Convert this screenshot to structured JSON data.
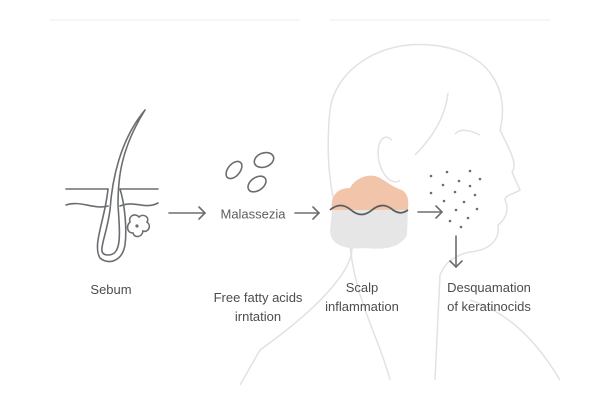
{
  "labels": {
    "malassezia": "Malassezia",
    "sebum": "Sebum",
    "free_fatty_acids": [
      "Free fatty acids",
      "irntation"
    ],
    "scalp_inflammation": [
      "Scalp",
      "inflammation"
    ],
    "desquamation": [
      "Desquamation",
      "of keratinocids"
    ]
  },
  "colors": {
    "stroke": "#6b6e71",
    "inflammation": "#f2c4aa",
    "skin_grey": "#e6e6e6",
    "head_outline": "#e4e4e4"
  }
}
